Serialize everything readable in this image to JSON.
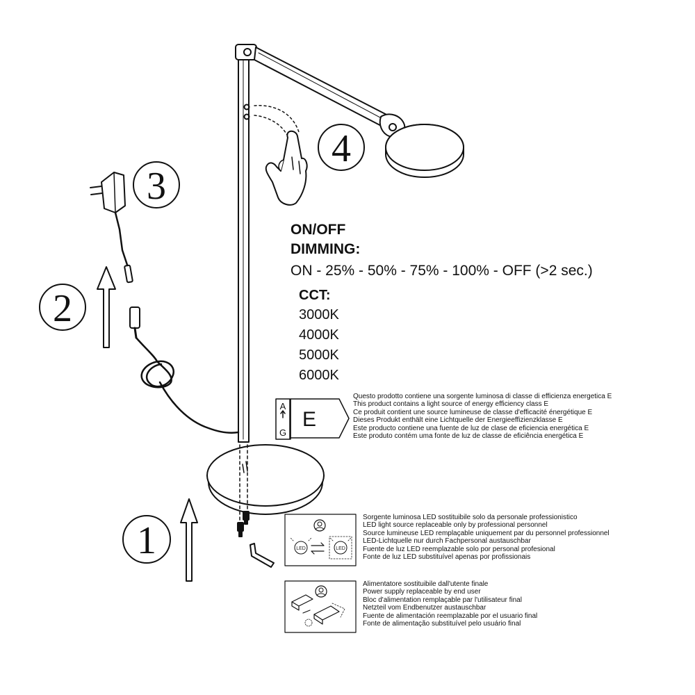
{
  "steps": [
    {
      "number": "1"
    },
    {
      "number": "2"
    },
    {
      "number": "3"
    },
    {
      "number": "4"
    }
  ],
  "controls": {
    "onoff_label": "ON/OFF",
    "dimming_label": "DIMMING:",
    "dimming_sequence": "ON - 25% - 50% - 75% - 100% - OFF (>2 sec.)",
    "cct_label": "CCT:",
    "cct_values": [
      "3000K",
      "4000K",
      "5000K",
      "6000K"
    ]
  },
  "energy": {
    "class": "E",
    "scale_top": "A",
    "scale_bottom": "G",
    "lines": [
      "Questo prodotto contiene una sorgente luminosa di classe di efficienza energetica E",
      "This product contains a light source of energy efficiency class E",
      "Ce produit contient une source lumineuse de classe d'efficacité énergétique E",
      "Dieses Produkt enthält eine Lichtquelle der Energieeffizienzklasse E",
      "Este producto contiene una fuente de luz de clase de eficiencia energética E",
      "Este produto contém uma fonte de luz de classe de eficiência energética E"
    ]
  },
  "light_source": {
    "icon_label": "LED",
    "lines": [
      "Sorgente luminosa LED sostituibile solo da personale professionistico",
      "LED light source replaceable only by professional personnel",
      "Source lumineuse LED remplaçable uniquement par du personnel professionnel",
      "LED-Lichtquelle nur durch Fachpersonal austauschbar",
      "Fuente de luz LED reemplazable solo por personal profesional",
      "Fonte de luz LED substituível apenas por profissionais"
    ]
  },
  "power_supply": {
    "lines": [
      "Alimentatore sostituibile dall'utente finale",
      "Power supply replaceable by end user",
      "Bloc d'alimentation remplaçable par l'utilisateur final",
      "Netzteil vom Endbenutzer austauschbar",
      "Fuente de alimentación reemplazable por el usuario final",
      "Fonte de alimentação substituível pelo usuário final"
    ]
  },
  "icons": {
    "lamp": "floor-lamp-illustration",
    "hand": "hand-touch-icon",
    "adapter": "power-adapter-icon",
    "arrow": "arrow-up-icon",
    "screws": "screw-icon",
    "hex_key": "hex-key-icon",
    "technician": "technician-icon"
  }
}
